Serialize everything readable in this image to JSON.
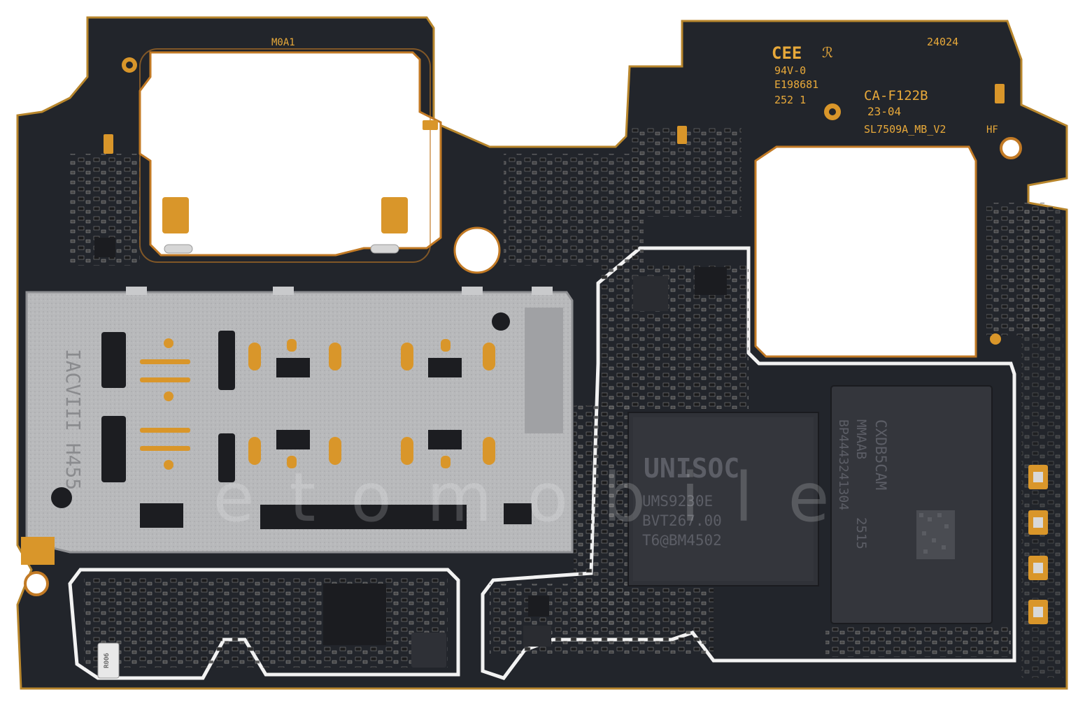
{
  "board": {
    "label_top": "M0A1",
    "lot": "24024",
    "cert_mark": "CEE",
    "ul_mark": "ℛ",
    "flammability": "94V-0",
    "ul_file": "E198681",
    "code": "252 1",
    "maker": "CA-F122B",
    "date": "23-04",
    "model": "SL7509A_MB_V2",
    "hf": "HF",
    "sim_tray_code": "IACVIII H455",
    "resistor_code": "R006"
  },
  "soc": {
    "brand": "UNISOC",
    "line1": "UMS9230E",
    "line2": "BVT267.00",
    "line3": "T6@BM4502"
  },
  "memory": {
    "line1": "CXDB5CAM",
    "line2": "MMAAB",
    "line3": "BP4443241304",
    "line4": "2515"
  },
  "watermark": "etomobile",
  "colors": {
    "pcb": "#22252b",
    "gold": "#d9962a",
    "shield": "#b8b9bb"
  }
}
